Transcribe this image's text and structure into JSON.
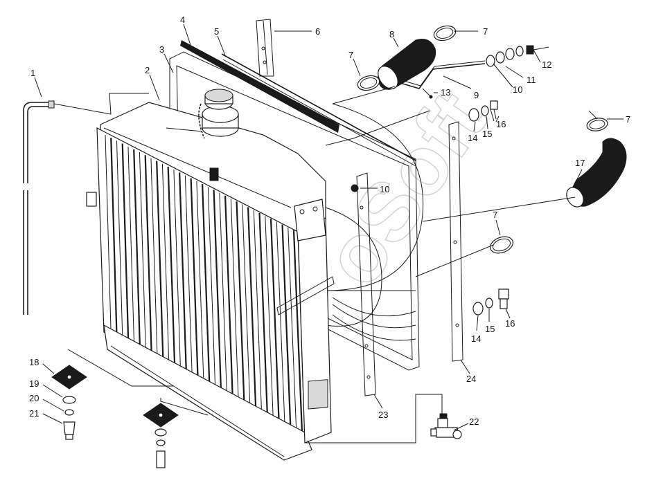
{
  "watermark": "oSoft",
  "callouts": [
    {
      "id": "c1",
      "label": "1"
    },
    {
      "id": "c2",
      "label": "2"
    },
    {
      "id": "c3",
      "label": "3"
    },
    {
      "id": "c4",
      "label": "4"
    },
    {
      "id": "c5",
      "label": "5"
    },
    {
      "id": "c6",
      "label": "6"
    },
    {
      "id": "c7a",
      "label": "7"
    },
    {
      "id": "c7b",
      "label": "7"
    },
    {
      "id": "c7c",
      "label": "7"
    },
    {
      "id": "c7d",
      "label": "7"
    },
    {
      "id": "c8",
      "label": "8"
    },
    {
      "id": "c9",
      "label": "9"
    },
    {
      "id": "c10a",
      "label": "10"
    },
    {
      "id": "c10b",
      "label": "10"
    },
    {
      "id": "c11",
      "label": "11"
    },
    {
      "id": "c12",
      "label": "12"
    },
    {
      "id": "c13",
      "label": "13"
    },
    {
      "id": "c14a",
      "label": "14"
    },
    {
      "id": "c14b",
      "label": "14"
    },
    {
      "id": "c15a",
      "label": "15"
    },
    {
      "id": "c15b",
      "label": "15"
    },
    {
      "id": "c16a",
      "label": "16"
    },
    {
      "id": "c16b",
      "label": "16"
    },
    {
      "id": "c17",
      "label": "17"
    },
    {
      "id": "c18",
      "label": "18"
    },
    {
      "id": "c19",
      "label": "19"
    },
    {
      "id": "c20",
      "label": "20"
    },
    {
      "id": "c21",
      "label": "21"
    },
    {
      "id": "c22",
      "label": "22"
    },
    {
      "id": "c23",
      "label": "23"
    },
    {
      "id": "c24",
      "label": "24"
    }
  ]
}
